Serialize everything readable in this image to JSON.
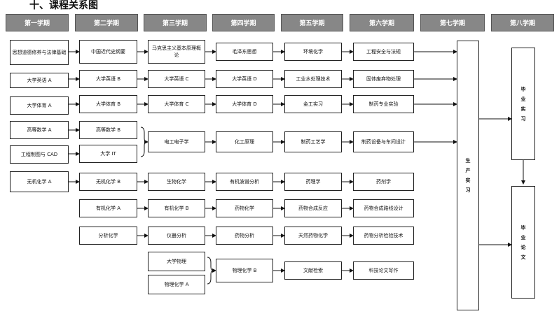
{
  "title": "十、课程关系图",
  "semesters": [
    "第一学期",
    "第二学期",
    "第三学期",
    "第四学期",
    "第五学期",
    "第六学期",
    "第七学期",
    "第八学期"
  ],
  "courses": {
    "s1": [
      "思想道德修养与法律基础",
      "大学英语 A",
      "大学体育 A",
      "高等数学 A",
      "工程制图与 CAD",
      "无机化学 A"
    ],
    "s2": [
      "中国近代史纲要",
      "大学英语 B",
      "大学体育 B",
      "高等数学 B",
      "大学 IT",
      "无机化学 B",
      "有机化学 A",
      "分析化学"
    ],
    "s3": [
      "马克思主义基本原理概论",
      "大学英语 C",
      "大学体育 C",
      "电工电子学",
      "生物化学",
      "有机化学 B",
      "仪器分析",
      "大学物理",
      "物理化学 A"
    ],
    "s4": [
      "毛泽东思想",
      "大学英语 D",
      "大学体育 D",
      "化工原理",
      "有机波谱分析",
      "药物化学",
      "药物分析",
      "物理化学 B"
    ],
    "s5": [
      "环境化学",
      "工业水处理技术",
      "金工实习",
      "制药工艺学",
      "药理学",
      "药物合成反应",
      "天然药物化学",
      "文献检索"
    ],
    "s6": [
      "工程安全与法规",
      "固体废弃物处理",
      "制药专业实验",
      "制药设备与车间设计",
      "药剂学",
      "药物合成路线设计",
      "药物分析检验技术",
      "科技论文写作"
    ],
    "s7": [
      "生产实习"
    ],
    "s8": [
      "毕业实习",
      "毕业论文"
    ]
  }
}
